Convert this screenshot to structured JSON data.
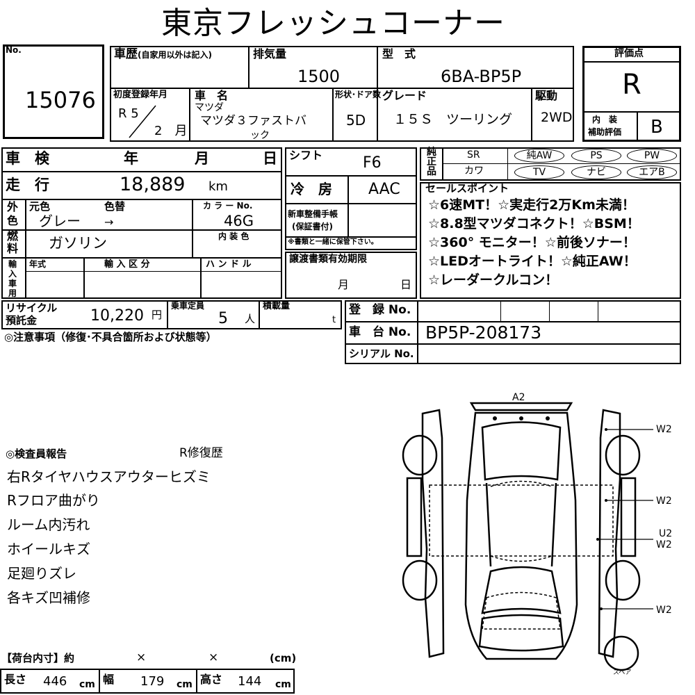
{
  "title": "東京フレッシュコーナー",
  "no": {
    "label": "No.",
    "value": "15076"
  },
  "history": {
    "label": "車歴",
    "note": "(自家用以外は記入)"
  },
  "displacement": {
    "label": "排気量",
    "value": "1500"
  },
  "model": {
    "label": "型　式",
    "value": "6BA-BP5P"
  },
  "rating": {
    "label": "評価点",
    "value": "R",
    "interior_label_1": "内　装",
    "interior_label_2": "補助評価",
    "interior_value": "B"
  },
  "first_reg": {
    "label": "初度登録年月",
    "era": "R",
    "year": "5",
    "month": "2",
    "month_unit": "月"
  },
  "car_name": {
    "label": "車　名",
    "maker": "マツダ",
    "name_1": "マツダ３ファストバ",
    "name_2": "ック"
  },
  "doors": {
    "label": "形状･ドア数",
    "value": "5D"
  },
  "grade": {
    "label": "グレード",
    "value": "１５Ｓ　ツーリング"
  },
  "drive": {
    "label": "駆動",
    "value": "2WD"
  },
  "inspection": {
    "label": "車　検",
    "year": "年",
    "month": "月",
    "day": "日"
  },
  "shift": {
    "label": "シフト",
    "value": "F6"
  },
  "equip": {
    "label_1": "純",
    "label_2": "正",
    "label_3": "品",
    "sr": "SR",
    "kawa": "カワ",
    "items": [
      "純AW",
      "PS",
      "PW",
      "TV",
      "ナビ",
      "エアB"
    ]
  },
  "mileage": {
    "label": "走　行",
    "value": "18,889",
    "unit": "km"
  },
  "ac": {
    "label": "冷　房",
    "value": "AAC"
  },
  "color": {
    "label_1": "外",
    "label_2": "色",
    "orig_label": "元色",
    "change_label": "色替",
    "orig_value": "グレー",
    "arrow": "→",
    "code_label": "カ ラ ー No.",
    "code_value": "46G",
    "interior_color_label": "内 装 色"
  },
  "warranty": {
    "label_1": "新車整備手帳",
    "label_2": "(保証書付)",
    "note": "※書類と一緒に保管下さい。"
  },
  "fuel": {
    "label_1": "燃",
    "label_2": "料",
    "value": "ガソリン"
  },
  "sales": {
    "label": "セールスポイント",
    "lines": [
      "☆6速MT！☆実走行2万Km未満！",
      "☆8.8型マツダコネクト！☆BSM！",
      "☆360° モニター！☆前後ソナー！",
      "☆LEDオートライト！☆純正AW！",
      "☆レーダークルコン！"
    ]
  },
  "import": {
    "label_1": "輸",
    "label_2": "入",
    "label_3": "車",
    "label_4": "用",
    "year_label": "年式",
    "class_label": "輸 入 区 分",
    "handle_label": "ハ ン ド ル"
  },
  "transfer": {
    "label": "譲渡書類有効期限",
    "month": "月",
    "day": "日"
  },
  "recycle": {
    "label_1": "リサイクル",
    "label_2": "預託金",
    "value": "10,220",
    "unit": "円"
  },
  "capacity": {
    "label": "乗車定員",
    "value": "5",
    "unit": "人"
  },
  "load": {
    "label": "積載量",
    "unit": "t"
  },
  "registration": {
    "label": "登　録 No.",
    "chassis_label": "車　台 No.",
    "chassis_value": "BP5P-208173",
    "serial_label": "シリアル No."
  },
  "caution": {
    "label": "◎注意事項（修復･不具合箇所および状態等）"
  },
  "inspector": {
    "label": "◎検査員報告",
    "repair": "R修復歴",
    "lines": [
      "右Rタイヤハウスアウターヒズミ",
      "Rフロア曲がり",
      "ルーム内汚れ",
      "ホイールキズ",
      "足廻りズレ",
      "各キズ凹補修"
    ]
  },
  "cargo": {
    "label": "【荷台内寸】約",
    "x1": "×",
    "x2": "×",
    "unit": "(cm)"
  },
  "dims": {
    "length_label": "長さ",
    "length": "446",
    "width_label": "幅",
    "width": "179",
    "height_label": "高さ",
    "height": "144",
    "unit": "cm"
  },
  "diagram": {
    "codes": [
      "A2",
      "W2",
      "W2",
      "U2",
      "W2",
      "W2"
    ],
    "spare": "スペア"
  }
}
